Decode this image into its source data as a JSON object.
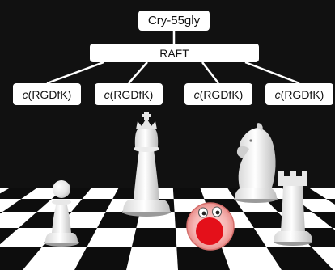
{
  "diagram": {
    "top_label": "Cry-55gly",
    "middle_label": "RAFT",
    "peptide_prefix": "c",
    "peptide_suffix": "(RGDfK)",
    "peptides": [
      {
        "prefix": "c",
        "suffix": "(RGDfK)"
      },
      {
        "prefix": "c",
        "suffix": "(RGDfK)"
      },
      {
        "prefix": "c",
        "suffix": "(RGDfK)"
      },
      {
        "prefix": "c",
        "suffix": "(RGDfK)"
      }
    ]
  },
  "scene": {
    "pieces": [
      "pawn-icon",
      "king-icon",
      "knight-icon",
      "rook-icon"
    ],
    "character": "surprised-red-face-icon"
  },
  "colors": {
    "background": "#111111",
    "board_light": "#ffffff",
    "board_dark": "#0d0d0d",
    "piece": "#e2e2e2",
    "face_red": "#e4101a",
    "face_pink": "#f6b5b3"
  }
}
